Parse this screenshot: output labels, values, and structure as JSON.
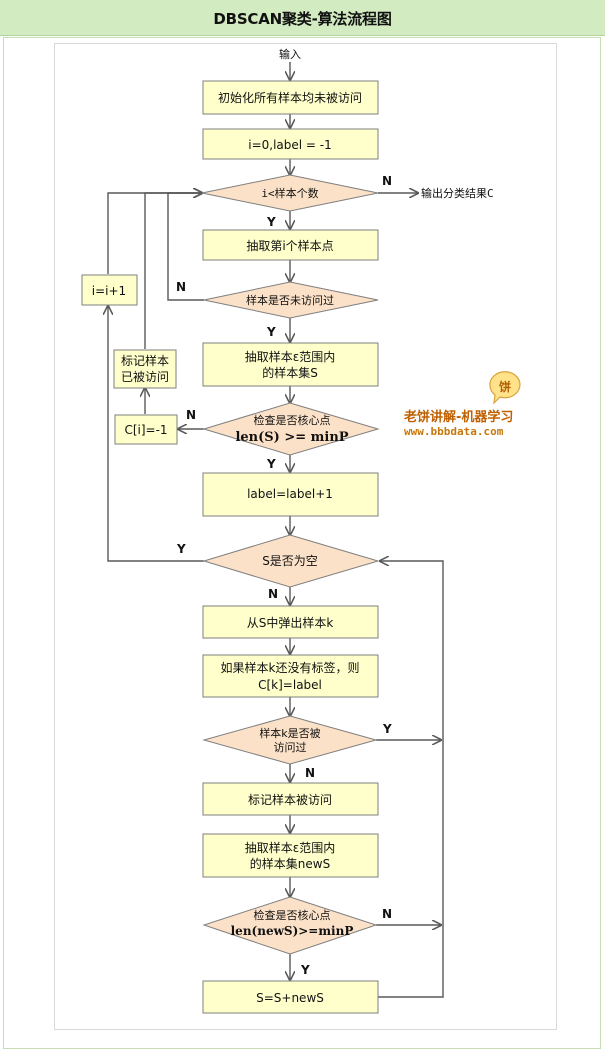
{
  "title": "DBSCAN聚类-算法流程图",
  "start_label": "输入",
  "output_label": "输出分类结果C",
  "steps": {
    "init": "初始化所有样本均未被访问",
    "set_i": "i=0,label = -1",
    "cond_i": "i<样本个数",
    "pick": "抽取第i个样本点",
    "cond_unvisited": "样本是否未访问过",
    "neighbors_1": "抽取样本ε范围内",
    "neighbors_2": "的样本集S",
    "cond_core_1": "检查是否核心点",
    "cond_core_2": "len(S) >= minP",
    "label_inc": "label=label+1",
    "cond_empty": "S是否为空",
    "pop": "从S中弹出样本k",
    "assign_1": "如果样本k还没有标签，则",
    "assign_2": "C[k]=label",
    "cond_visited_1": "样本k是否被",
    "cond_visited_2": "访问过",
    "mark_k": "标记样本被访问",
    "new_1": "抽取样本ε范围内",
    "new_2": "的样本集newS",
    "cond_core2_1": "检查是否核心点",
    "cond_core2_2": "len(newS)>=minP",
    "merge": "S=S+newS",
    "inc_i": "i=i+1",
    "mark_visited_1": "标记样本",
    "mark_visited_2": "已被访问",
    "noise": "C[i]=-1"
  },
  "labels": {
    "yes": "Y",
    "no": "N"
  },
  "logo": {
    "icon_char": "饼",
    "line1": "老饼讲解-机器学习",
    "line2": "www.bbbdata.com"
  },
  "colors": {
    "box_fill": "#ffffcc",
    "diamond_fill": "#fbe1c7",
    "header_bg": "#d3ebc0",
    "line": "#595959"
  }
}
